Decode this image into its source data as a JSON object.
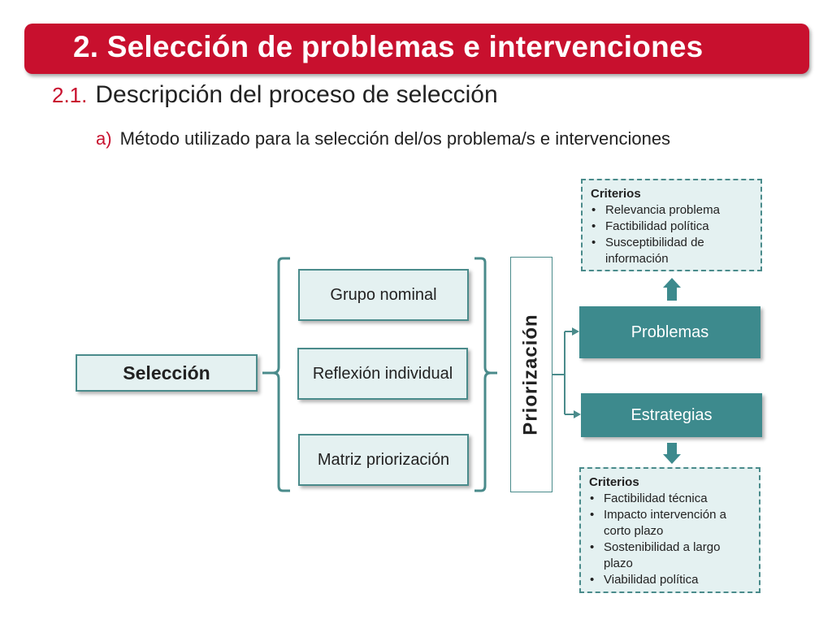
{
  "header": {
    "title": "2. Selección de problemas e intervenciones",
    "title_bg_color": "#c8102e"
  },
  "subtitle": {
    "number": "2.1.",
    "text": "Descripción del proceso de selección"
  },
  "item": {
    "marker": "a)",
    "text": "Método utilizado para la selección del/os problema/s e intervenciones"
  },
  "diagram": {
    "seleccion_label": "Selección",
    "methods": [
      "Grupo nominal",
      "Reflexión individual",
      "Matriz priorización"
    ],
    "priorizacion_label": "Priorización",
    "outcomes": {
      "problemas": "Problemas",
      "estrategias": "Estrategias"
    },
    "criteria_problemas": {
      "title": "Criterios",
      "items": [
        "Relevancia problema",
        "Factibilidad política",
        "Susceptibilidad de información"
      ]
    },
    "criteria_estrategias": {
      "title": "Criterios",
      "items": [
        "Factibilidad técnica",
        "Impacto intervención a corto plazo",
        "Sostenibilidad a largo plazo",
        "Viabilidad política"
      ]
    },
    "colors": {
      "teal": "#3d8a8d",
      "light_teal": "#e4f1f1",
      "border": "#4a8b8b",
      "accent": "#c8102e"
    }
  }
}
